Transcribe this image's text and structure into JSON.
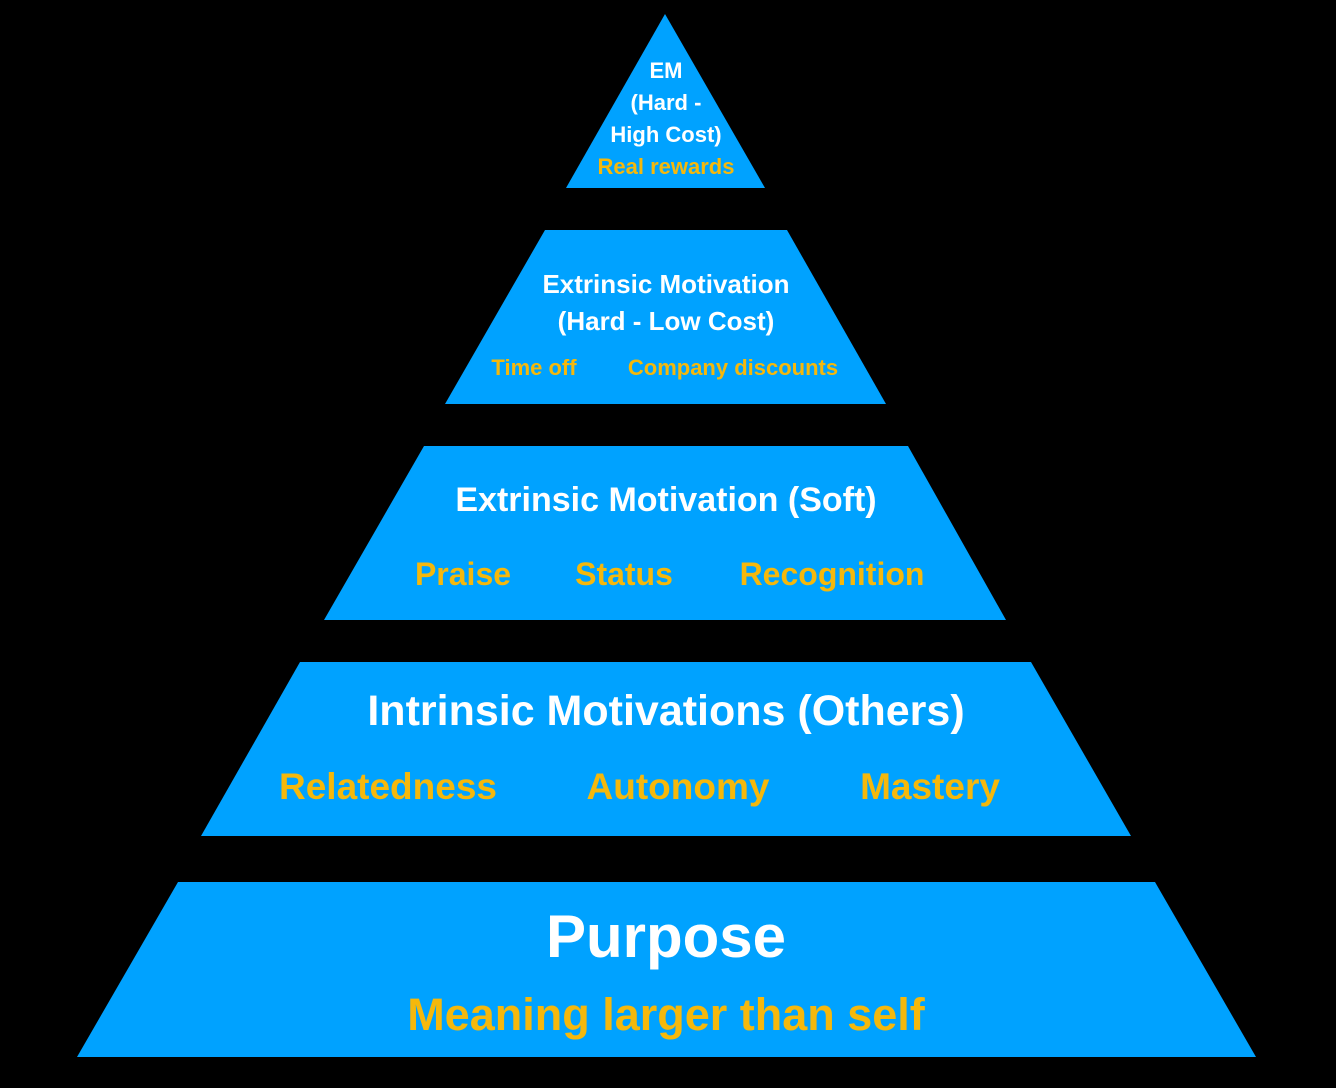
{
  "colors": {
    "background": "#000000",
    "layer_fill": "#00a2ff",
    "title_text": "#ffffff",
    "item_text": "#f5b80c"
  },
  "pyramid": {
    "layers": [
      {
        "title_lines": [
          "EM",
          "(Hard -",
          "High Cost)"
        ],
        "items": [
          "Real rewards"
        ]
      },
      {
        "title_lines": [
          "Extrinsic Motivation",
          "(Hard - Low Cost)"
        ],
        "items": [
          "Time off",
          "Company discounts"
        ]
      },
      {
        "title_lines": [
          "Extrinsic Motivation (Soft)"
        ],
        "items": [
          "Praise",
          "Status",
          "Recognition"
        ]
      },
      {
        "title_lines": [
          "Intrinsic Motivations (Others)"
        ],
        "items": [
          "Relatedness",
          "Autonomy",
          "Mastery"
        ]
      },
      {
        "title_lines": [
          "Purpose"
        ],
        "items": [
          "Meaning larger than self"
        ]
      }
    ]
  }
}
